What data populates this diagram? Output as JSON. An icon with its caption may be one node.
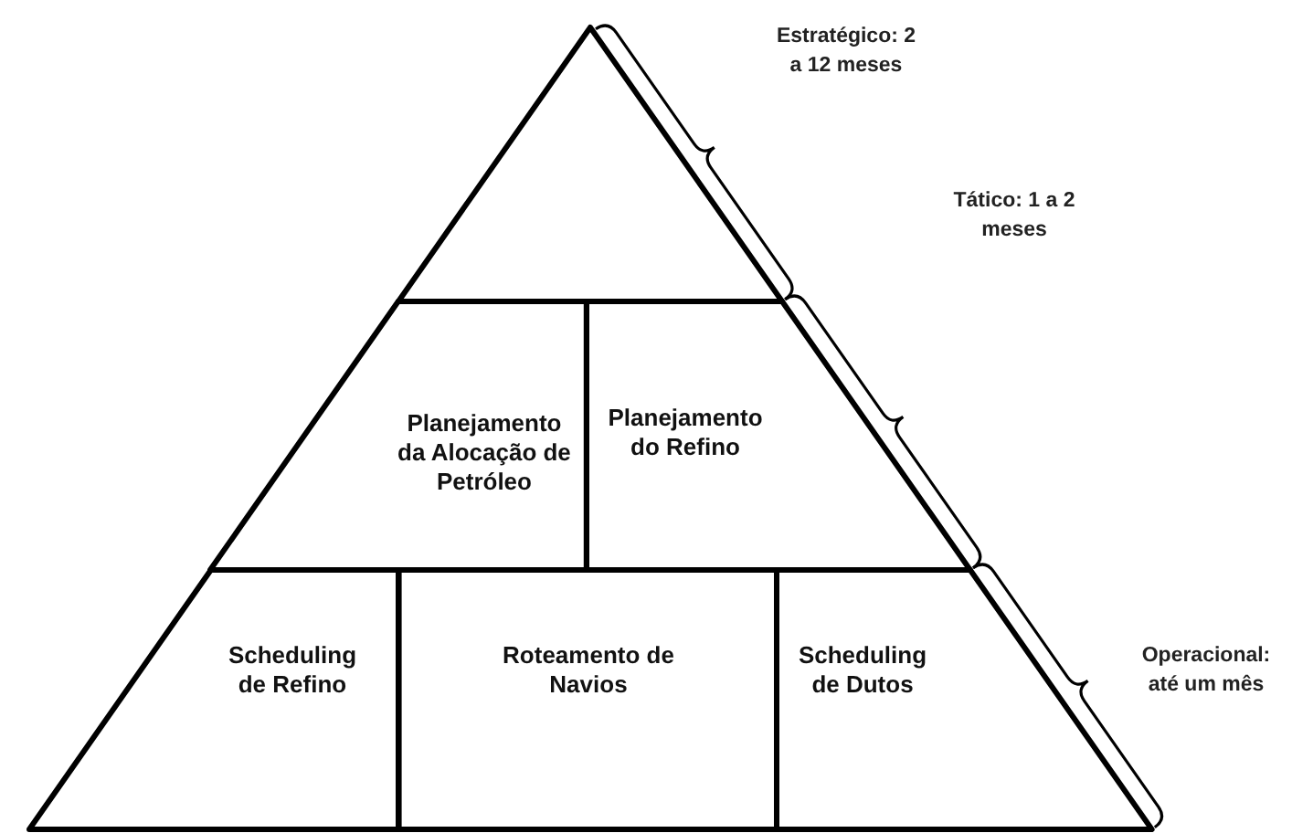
{
  "diagram": {
    "nodes": [
      {
        "text": [],
        "shape": "triangle"
      },
      {
        "text": [
          "Planejamento da Alocação de Petróleo"
        ]
      },
      {
        "text": [
          "Planejamento do Refino"
        ]
      },
      {
        "text": [
          "Scheduling de Refino"
        ]
      },
      {
        "text": [
          "Roteamento de Navios"
        ]
      },
      {
        "text": [
          "Scheduling de Dutos"
        ]
      }
    ],
    "labels": [
      "Estratégico: 2 a 12 meses",
      "Tático: 1 a 2 meses",
      "Operacional: até um mês"
    ]
  }
}
